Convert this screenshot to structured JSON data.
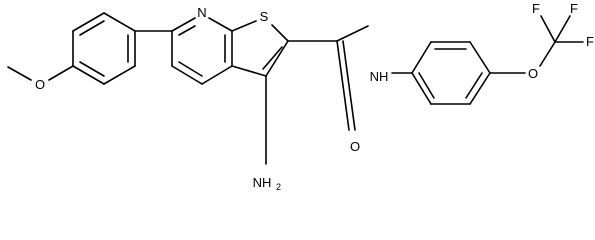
{
  "molecule": {
    "atoms": {
      "methoxy_o": "O",
      "pyridine_n": "N",
      "thiophene_s": "S",
      "amide_n": "NH",
      "amino_n": "NH",
      "amino_sub": "2",
      "carbonyl_o": "O",
      "ocf3_o": "O",
      "f_top_left": "F",
      "f_top_right": "F",
      "f_right": "F"
    }
  }
}
